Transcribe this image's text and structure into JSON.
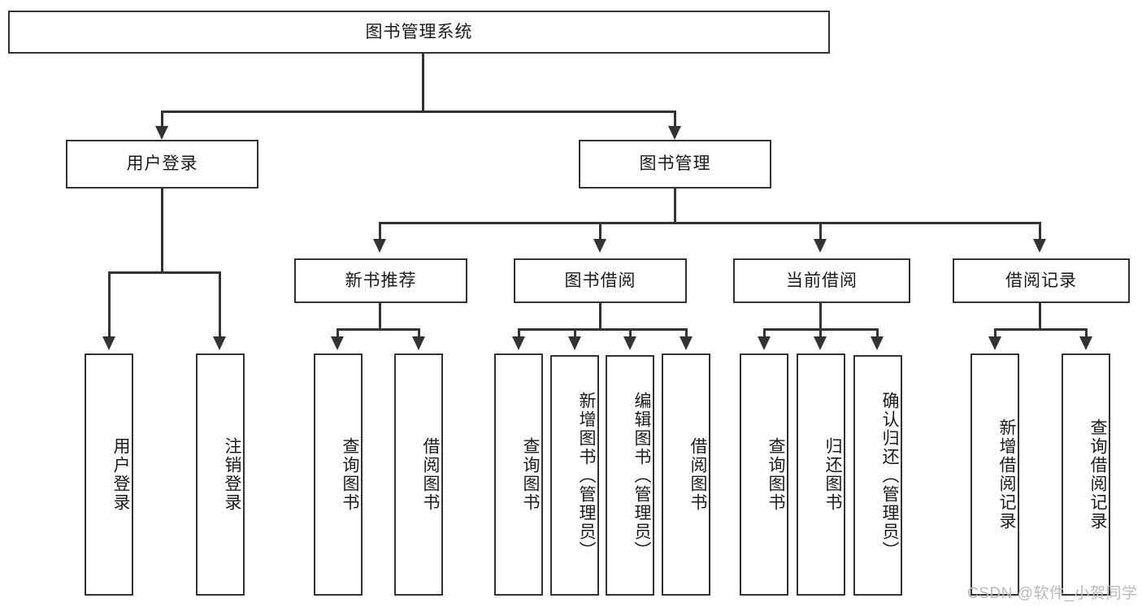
{
  "diagram": {
    "type": "tree-hierarchy",
    "title": "图书管理系统",
    "root": {
      "label": "图书管理系统"
    },
    "level2": [
      {
        "label": "用户登录"
      },
      {
        "label": "图书管理"
      }
    ],
    "level3": [
      {
        "label": "新书推荐"
      },
      {
        "label": "图书借阅"
      },
      {
        "label": "当前借阅"
      },
      {
        "label": "借阅记录"
      }
    ],
    "leaves": {
      "user_login": [
        {
          "label": "用户登录"
        },
        {
          "label": "注销登录"
        }
      ],
      "new_book_recommend": [
        {
          "label": "查询图书"
        },
        {
          "label": "借阅图书"
        }
      ],
      "book_borrow": [
        {
          "label": "查询图书"
        },
        {
          "label": "新增图书（管理员）"
        },
        {
          "label": "编辑图书（管理员）"
        },
        {
          "label": "借阅图书"
        }
      ],
      "current_borrow": [
        {
          "label": "查询图书"
        },
        {
          "label": "归还图书"
        },
        {
          "label": "确认归还（管理员）"
        }
      ],
      "borrow_record": [
        {
          "label": "新增借阅记录"
        },
        {
          "label": "查询借阅记录"
        }
      ]
    }
  },
  "watermark": {
    "text": "CSDN @软件_小贺同学"
  },
  "colors": {
    "stroke": "#333333",
    "background": "#ffffff",
    "text": "#1a1a1a",
    "watermark": "#b9b9b9"
  }
}
